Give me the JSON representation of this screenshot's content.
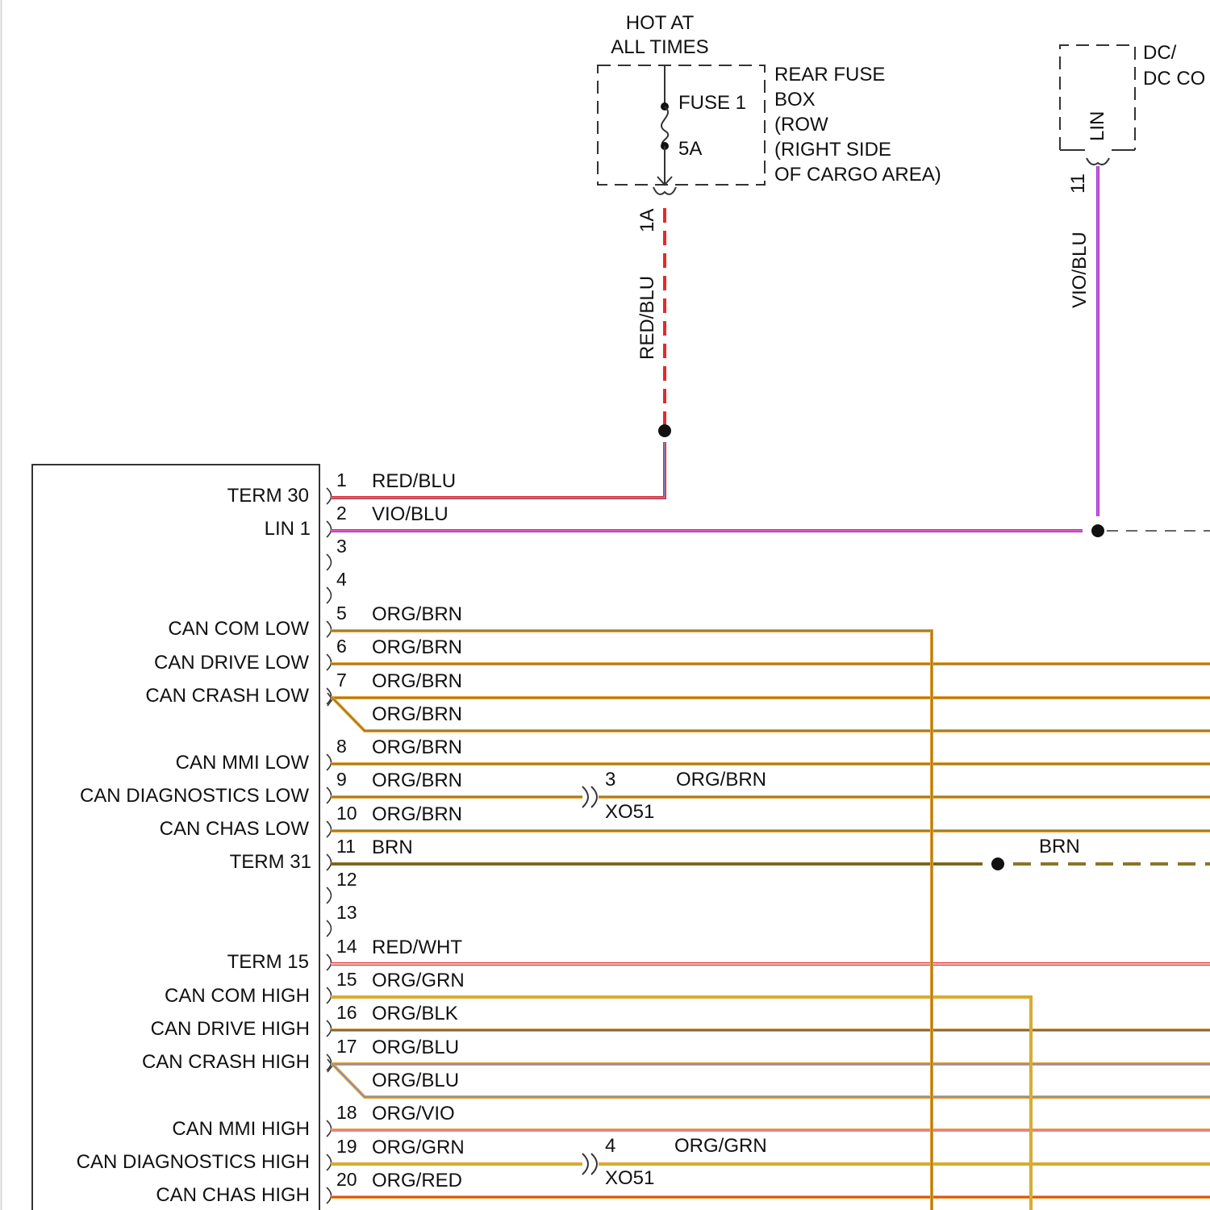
{
  "colors": {
    "org": "#E8A030",
    "brn": "#8B7328",
    "red": "#E8282A",
    "vio": "#9B30E0",
    "pink": "#F06FA8",
    "blu": "#6A8FD8",
    "grn": "#B8C030",
    "blk": "#555555",
    "wht": "#F2F2F2",
    "box": "#333333"
  },
  "fuse_box": {
    "hot_line1": "HOT AT",
    "hot_line2": "ALL TIMES",
    "fuse_name": "FUSE 1",
    "fuse_rating": "5A",
    "name_lines": [
      "REAR FUSE",
      "BOX",
      "(ROW",
      "(RIGHT SIDE",
      "OF CARGO AREA)"
    ],
    "output_pin": "1A",
    "output_wire": "RED/BLU"
  },
  "dc_module": {
    "name_line1": "DC/",
    "name_line2": "DC CO",
    "lin_label": "LIN",
    "pin": "11",
    "wire": "VIO/BLU"
  },
  "module_labels": [
    "TERM 30",
    "LIN 1",
    "CAN COM LOW",
    "CAN DRIVE LOW",
    "CAN CRASH LOW",
    "CAN MMI LOW",
    "CAN DIAGNOSTICS LOW",
    "CAN CHAS LOW",
    "TERM 31",
    "TERM 15",
    "CAN COM HIGH",
    "CAN DRIVE HIGH",
    "CAN CRASH HIGH",
    "CAN MMI HIGH",
    "CAN DIAGNOSTICS HIGH",
    "CAN CHAS HIGH"
  ],
  "pins": [
    {
      "pin": "1",
      "wire": "RED/BLU"
    },
    {
      "pin": "2",
      "wire": "VIO/BLU"
    },
    {
      "pin": "3",
      "wire": ""
    },
    {
      "pin": "4",
      "wire": ""
    },
    {
      "pin": "5",
      "wire": "ORG/BRN"
    },
    {
      "pin": "6",
      "wire": "ORG/BRN"
    },
    {
      "pin": "7",
      "wire": "ORG/BRN"
    },
    {
      "pin": "",
      "wire": "ORG/BRN"
    },
    {
      "pin": "8",
      "wire": "ORG/BRN"
    },
    {
      "pin": "9",
      "wire": "ORG/BRN"
    },
    {
      "pin": "10",
      "wire": "ORG/BRN"
    },
    {
      "pin": "11",
      "wire": "BRN"
    },
    {
      "pin": "12",
      "wire": ""
    },
    {
      "pin": "13",
      "wire": ""
    },
    {
      "pin": "14",
      "wire": "RED/WHT"
    },
    {
      "pin": "15",
      "wire": "ORG/GRN"
    },
    {
      "pin": "16",
      "wire": "ORG/BLK"
    },
    {
      "pin": "17",
      "wire": "ORG/BLU"
    },
    {
      "pin": "",
      "wire": "ORG/BLU"
    },
    {
      "pin": "18",
      "wire": "ORG/VIO"
    },
    {
      "pin": "19",
      "wire": "ORG/GRN"
    },
    {
      "pin": "20",
      "wire": "ORG/RED"
    }
  ],
  "connectors": [
    {
      "pin": "3",
      "name": "XO51",
      "wire": "ORG/BRN"
    },
    {
      "pin": "4",
      "name": "XO51",
      "wire": "ORG/GRN"
    }
  ],
  "ground_wire": "BRN"
}
